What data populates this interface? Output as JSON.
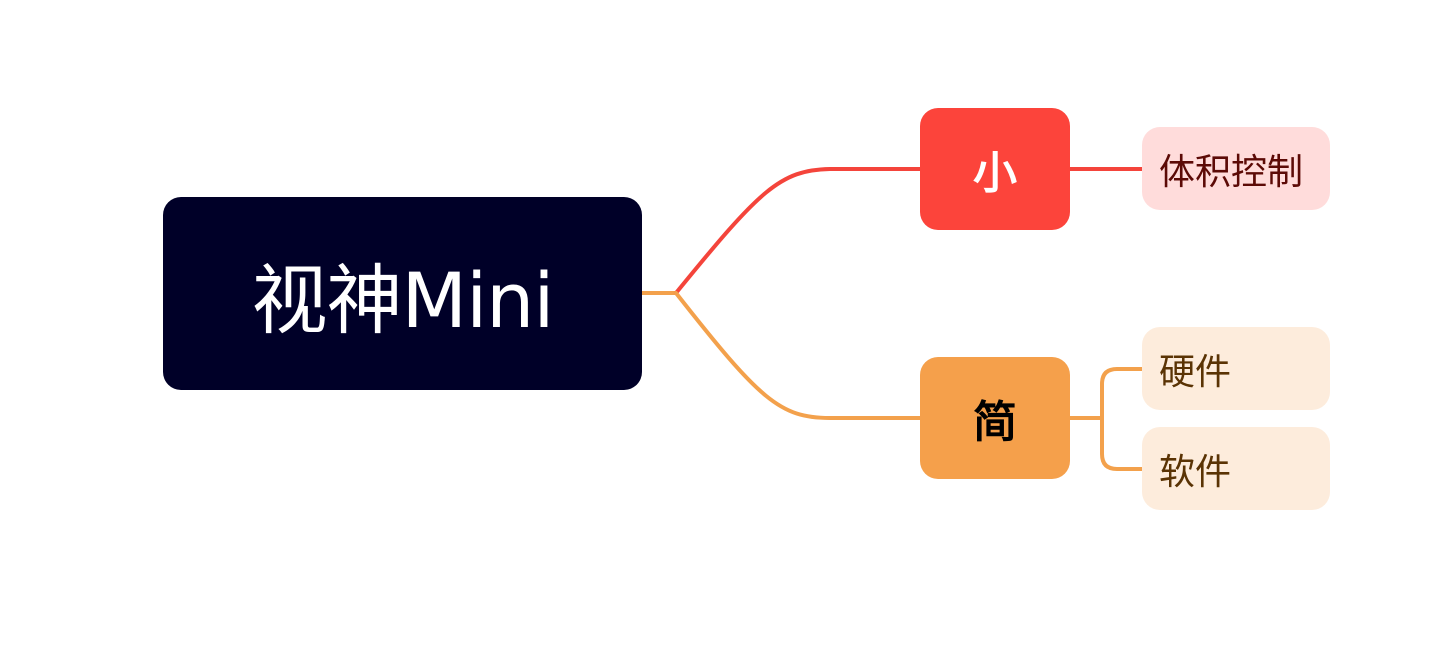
{
  "root": {
    "label": "视神Mini",
    "bg_color": "#000028",
    "text_color": "#ffffff"
  },
  "branches": [
    {
      "label": "小",
      "bg_color": "#fc443b",
      "text_color": "#ffffff",
      "line_color": "#f4443b",
      "children": [
        {
          "label": "体积控制",
          "bg_color": "#ffdcdb",
          "text_color": "#5c0a06"
        }
      ]
    },
    {
      "label": "简",
      "bg_color": "#f5a04b",
      "text_color": "#000000",
      "line_color": "#f3a14c",
      "children": [
        {
          "label": "硬件",
          "bg_color": "#fdecdc",
          "text_color": "#5a3304"
        },
        {
          "label": "软件",
          "bg_color": "#fdecdc",
          "text_color": "#5a3304"
        }
      ]
    }
  ]
}
